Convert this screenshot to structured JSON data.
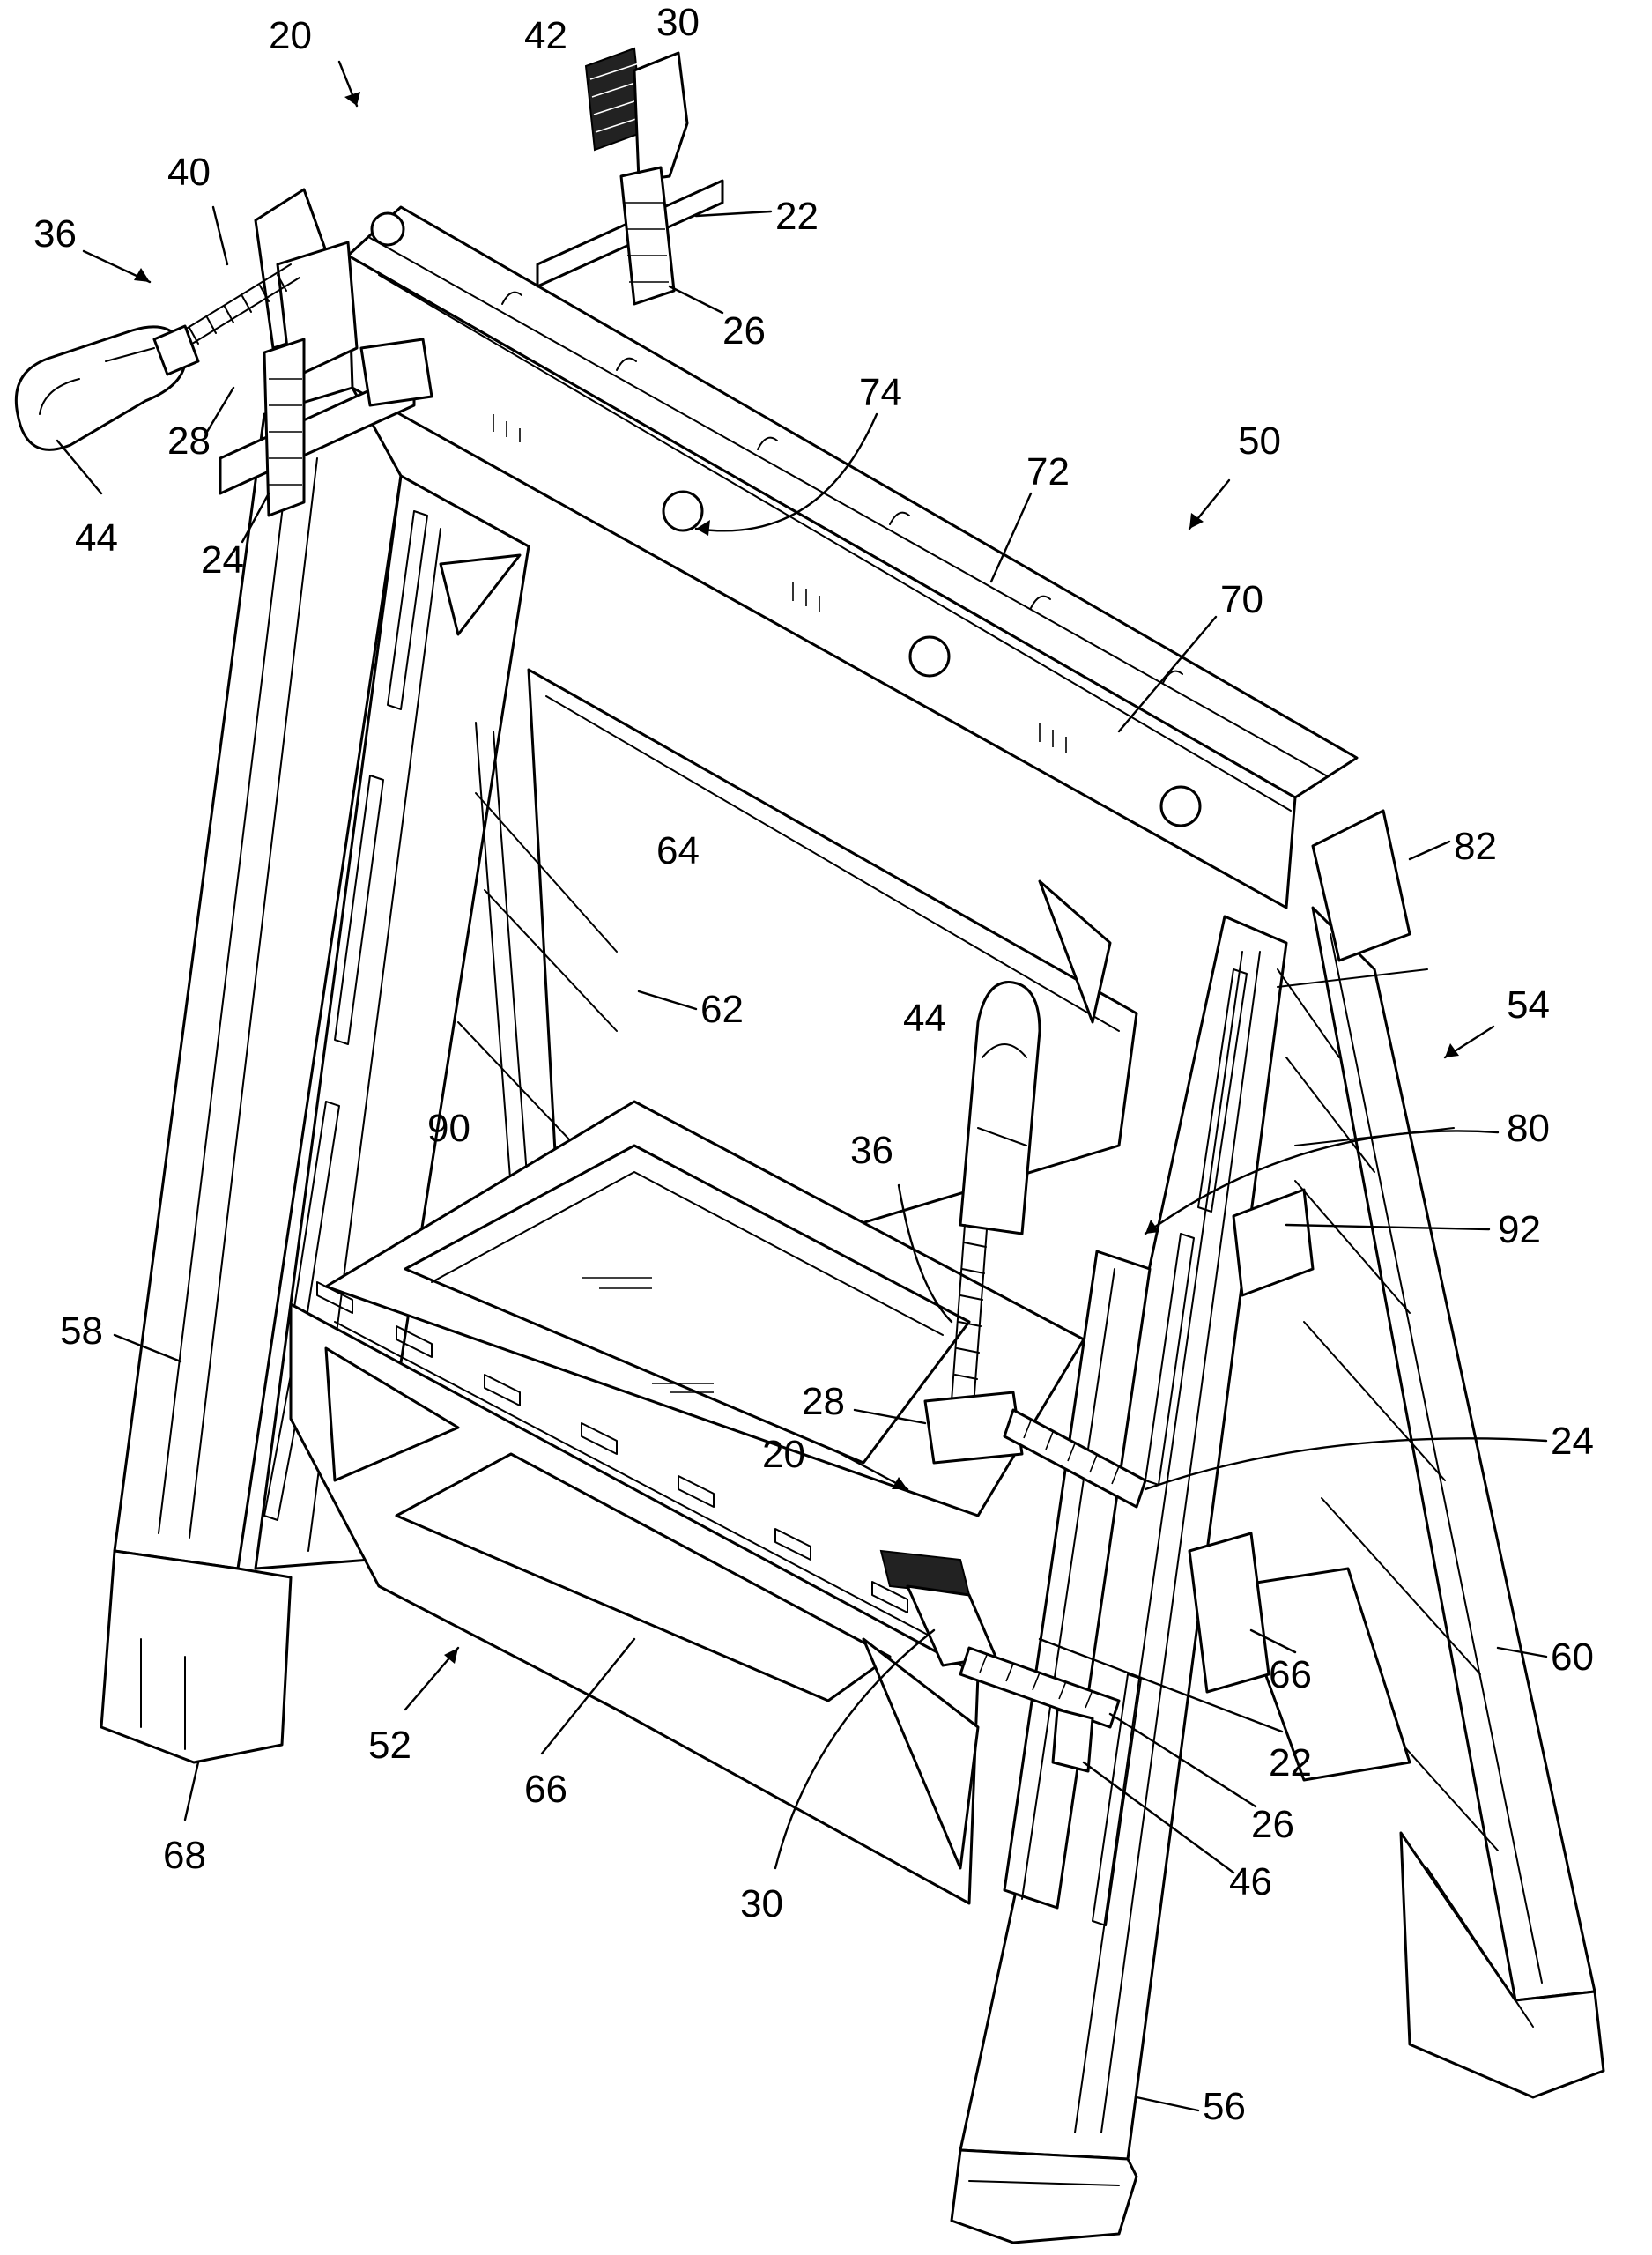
{
  "figure": {
    "refs": [
      {
        "id": "r20a",
        "text": "20"
      },
      {
        "id": "r42",
        "text": "42"
      },
      {
        "id": "r30a",
        "text": "30"
      },
      {
        "id": "r40",
        "text": "40"
      },
      {
        "id": "r36a",
        "text": "36"
      },
      {
        "id": "r22a",
        "text": "22"
      },
      {
        "id": "r26a",
        "text": "26"
      },
      {
        "id": "r28a",
        "text": "28"
      },
      {
        "id": "r44a",
        "text": "44"
      },
      {
        "id": "r24a",
        "text": "24"
      },
      {
        "id": "r74",
        "text": "74"
      },
      {
        "id": "r72",
        "text": "72"
      },
      {
        "id": "r50",
        "text": "50"
      },
      {
        "id": "r70",
        "text": "70"
      },
      {
        "id": "r64",
        "text": "64"
      },
      {
        "id": "r82",
        "text": "82"
      },
      {
        "id": "r54",
        "text": "54"
      },
      {
        "id": "r62",
        "text": "62"
      },
      {
        "id": "r44b",
        "text": "44"
      },
      {
        "id": "r80",
        "text": "80"
      },
      {
        "id": "r90",
        "text": "90"
      },
      {
        "id": "r36b",
        "text": "36"
      },
      {
        "id": "r92",
        "text": "92"
      },
      {
        "id": "r58",
        "text": "58"
      },
      {
        "id": "r28b",
        "text": "28"
      },
      {
        "id": "r24b",
        "text": "24"
      },
      {
        "id": "r20b",
        "text": "20"
      },
      {
        "id": "r60",
        "text": "60"
      },
      {
        "id": "r66a",
        "text": "66"
      },
      {
        "id": "r22b",
        "text": "22"
      },
      {
        "id": "r52",
        "text": "52"
      },
      {
        "id": "r66b",
        "text": "66"
      },
      {
        "id": "r68",
        "text": "68"
      },
      {
        "id": "r26b",
        "text": "26"
      },
      {
        "id": "r46",
        "text": "46"
      },
      {
        "id": "r30b",
        "text": "30"
      },
      {
        "id": "r56",
        "text": "56"
      }
    ]
  }
}
